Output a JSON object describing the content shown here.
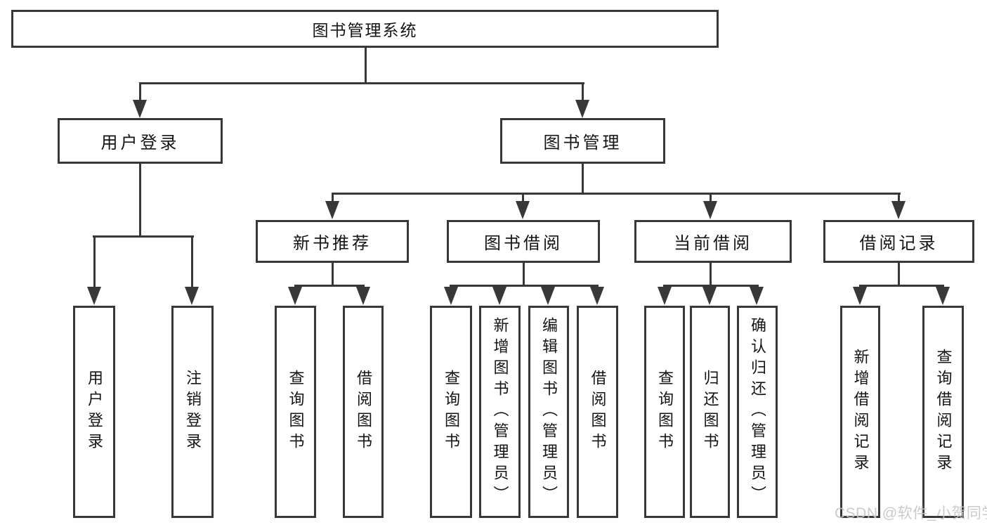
{
  "nodes": {
    "root": {
      "label": "图书管理系统"
    },
    "l2": [
      {
        "label": "用户登录"
      },
      {
        "label": "图书管理"
      }
    ],
    "l3": [
      {
        "label": "新书推荐"
      },
      {
        "label": "图书借阅"
      },
      {
        "label": "当前借阅"
      },
      {
        "label": "借阅记录"
      }
    ],
    "leaves_user": [
      {
        "label": "用户登录"
      },
      {
        "label": "注销登录"
      }
    ],
    "leaves_recommend": [
      {
        "label": "查询图书"
      },
      {
        "label": "借阅图书"
      }
    ],
    "leaves_borrow": [
      {
        "label": "查询图书"
      },
      {
        "label": "新增图书（管理员）"
      },
      {
        "label": "编辑图书（管理员）"
      },
      {
        "label": "借阅图书"
      }
    ],
    "leaves_current": [
      {
        "label": "查询图书"
      },
      {
        "label": "归还图书"
      },
      {
        "label": "确认归还（管理员）"
      }
    ],
    "leaves_records": [
      {
        "label": "新增借阅记录"
      },
      {
        "label": "查询借阅记录"
      }
    ]
  },
  "watermark": {
    "text": "CSDN @软件_小贺同学"
  },
  "colors": {
    "line": "#383838",
    "text": "#141414",
    "watermark": "#c6c6c6",
    "background": "#ffffff"
  }
}
